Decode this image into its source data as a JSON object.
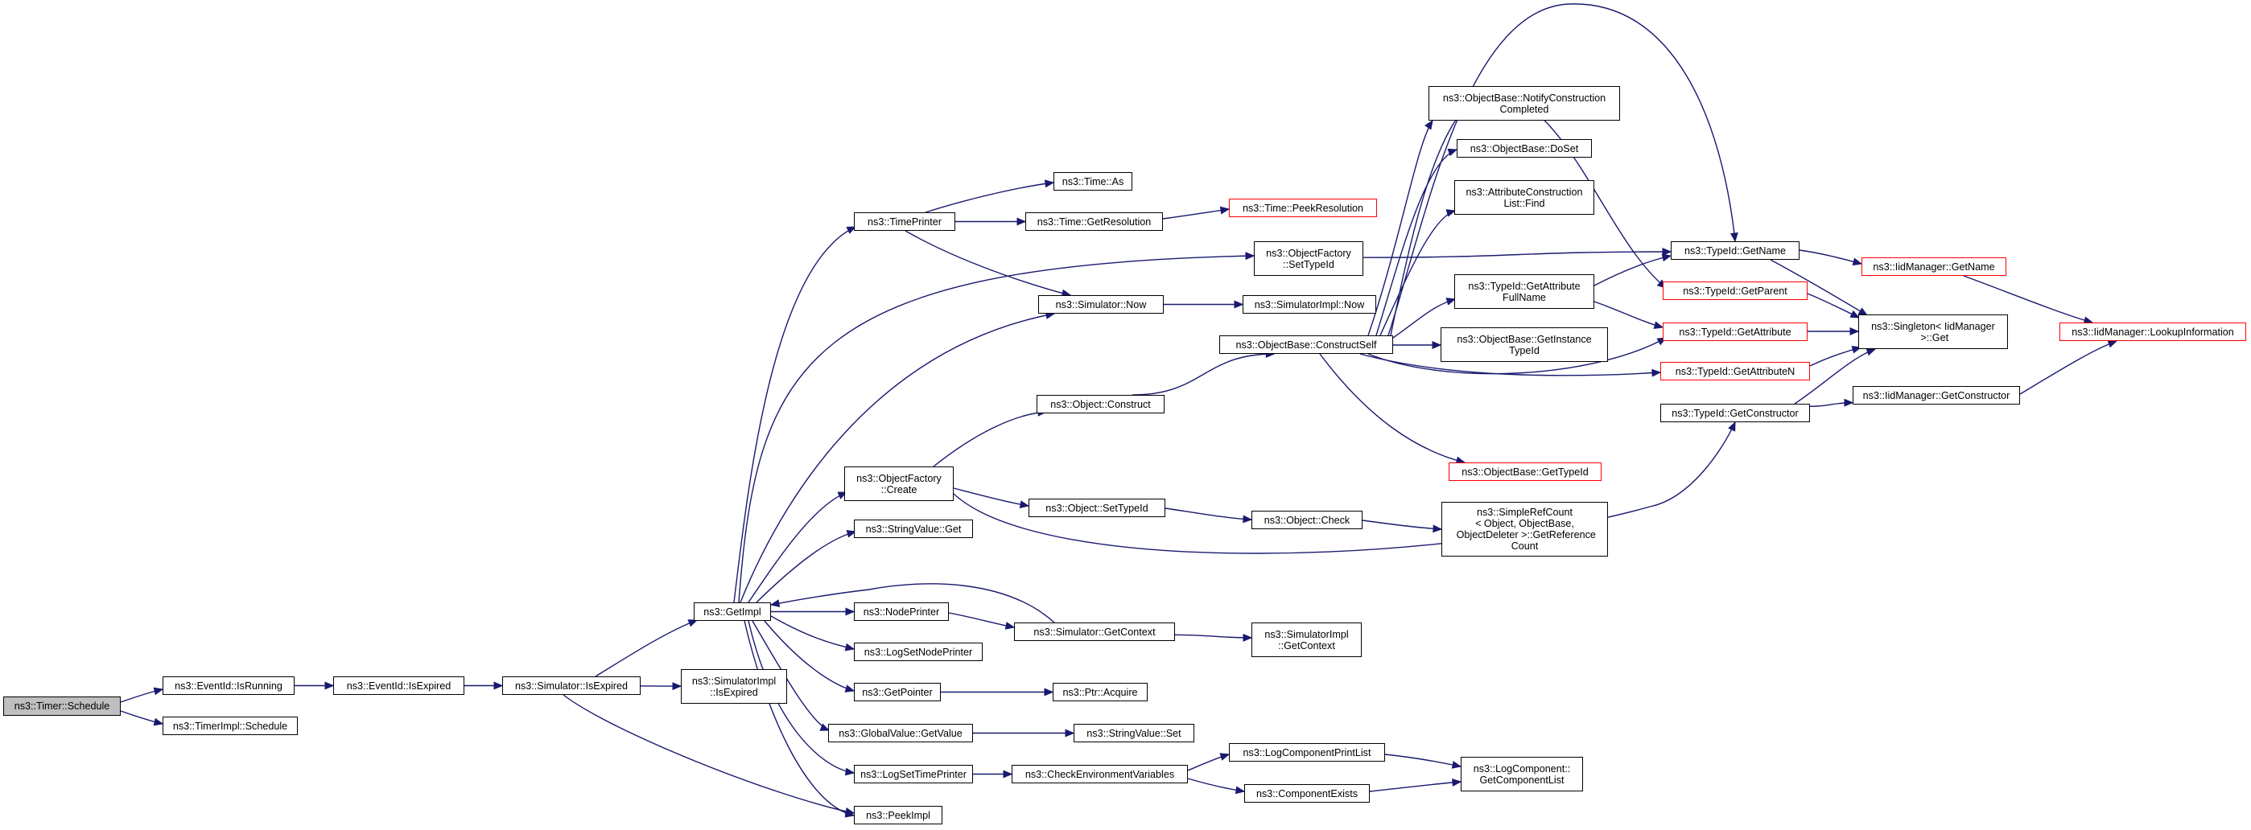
{
  "graph": {
    "edge_color": "#191970",
    "root_fill": "#bfbfbf",
    "truncated_border_color": "#ff0000",
    "nodes": [
      {
        "id": "schedule",
        "label": "ns3::Timer::Schedule",
        "root": true
      },
      {
        "id": "isRunning",
        "label": "ns3::EventId::IsRunning"
      },
      {
        "id": "timerImplSchedule",
        "label": "ns3::TimerImpl::Schedule"
      },
      {
        "id": "eventIdIsExpired",
        "label": "ns3::EventId::IsExpired"
      },
      {
        "id": "simIsExpired",
        "label": "ns3::Simulator::IsExpired"
      },
      {
        "id": "getImpl",
        "label": "ns3::GetImpl"
      },
      {
        "id": "simImplIsExpired",
        "label": "ns3::SimulatorImpl\n::IsExpired"
      },
      {
        "id": "peekImpl",
        "label": "ns3::PeekImpl"
      },
      {
        "id": "timePrinter",
        "label": "ns3::TimePrinter"
      },
      {
        "id": "ofCreate",
        "label": "ns3::ObjectFactory\n::Create"
      },
      {
        "id": "stringValueGet",
        "label": "ns3::StringValue::Get"
      },
      {
        "id": "nodePrinter",
        "label": "ns3::NodePrinter"
      },
      {
        "id": "logSetNodePrinter",
        "label": "ns3::LogSetNodePrinter"
      },
      {
        "id": "getPointer",
        "label": "ns3::GetPointer"
      },
      {
        "id": "globalValueGet",
        "label": "ns3::GlobalValue::GetValue"
      },
      {
        "id": "logSetTimePrinter",
        "label": "ns3::LogSetTimePrinter"
      },
      {
        "id": "timeAs",
        "label": "ns3::Time::As"
      },
      {
        "id": "timeGetRes",
        "label": "ns3::Time::GetResolution"
      },
      {
        "id": "timePeekRes",
        "label": "ns3::Time::PeekResolution",
        "truncated": true
      },
      {
        "id": "ofSetTypeId",
        "label": "ns3::ObjectFactory\n::SetTypeId"
      },
      {
        "id": "simNow",
        "label": "ns3::Simulator::Now"
      },
      {
        "id": "simImplNow",
        "label": "ns3::SimulatorImpl::Now"
      },
      {
        "id": "objConstruct",
        "label": "ns3::Object::Construct"
      },
      {
        "id": "objSetTypeId",
        "label": "ns3::Object::SetTypeId"
      },
      {
        "id": "objCheck",
        "label": "ns3::Object::Check"
      },
      {
        "id": "simpleRefCount",
        "label": "ns3::SimpleRefCount\n< Object, ObjectBase,\n ObjectDeleter >::GetReference\nCount"
      },
      {
        "id": "simGetContext",
        "label": "ns3::Simulator::GetContext"
      },
      {
        "id": "simImplGetContext",
        "label": "ns3::SimulatorImpl\n::GetContext"
      },
      {
        "id": "ptrAcquire",
        "label": "ns3::Ptr::Acquire"
      },
      {
        "id": "stringValueSet",
        "label": "ns3::StringValue::Set"
      },
      {
        "id": "checkEnvVars",
        "label": "ns3::CheckEnvironmentVariables"
      },
      {
        "id": "logCompPrintList",
        "label": "ns3::LogComponentPrintList"
      },
      {
        "id": "componentExists",
        "label": "ns3::ComponentExists"
      },
      {
        "id": "logCompGetList",
        "label": "ns3::LogComponent::\nGetComponentList"
      },
      {
        "id": "constructSelf",
        "label": "ns3::ObjectBase::ConstructSelf"
      },
      {
        "id": "notifyConstruction",
        "label": "ns3::ObjectBase::NotifyConstruction\nCompleted"
      },
      {
        "id": "doSet",
        "label": "ns3::ObjectBase::DoSet"
      },
      {
        "id": "attrConstructionFind",
        "label": "ns3::AttributeConstruction\nList::Find"
      },
      {
        "id": "typeIdGetAttrFullName",
        "label": "ns3::TypeId::GetAttribute\nFullName"
      },
      {
        "id": "obGetInstanceTypeId",
        "label": "ns3::ObjectBase::GetInstance\nTypeId"
      },
      {
        "id": "obGetTypeId",
        "label": "ns3::ObjectBase::GetTypeId",
        "truncated": true
      },
      {
        "id": "typeIdGetName",
        "label": "ns3::TypeId::GetName"
      },
      {
        "id": "typeIdGetParent",
        "label": "ns3::TypeId::GetParent",
        "truncated": true
      },
      {
        "id": "typeIdGetAttribute",
        "label": "ns3::TypeId::GetAttribute",
        "truncated": true
      },
      {
        "id": "typeIdGetAttributeN",
        "label": "ns3::TypeId::GetAttributeN",
        "truncated": true
      },
      {
        "id": "typeIdGetConstructor",
        "label": "ns3::TypeId::GetConstructor"
      },
      {
        "id": "singletonGet",
        "label": "ns3::Singleton< IidManager\n >::Get"
      },
      {
        "id": "iidGetName",
        "label": "ns3::IidManager::GetName",
        "truncated": true
      },
      {
        "id": "iidGetConstructor",
        "label": "ns3::IidManager::GetConstructor"
      },
      {
        "id": "iidLookupInfo",
        "label": "ns3::IidManager::LookupInformation",
        "truncated": true
      }
    ],
    "edges": [
      [
        "schedule",
        "isRunning"
      ],
      [
        "schedule",
        "timerImplSchedule"
      ],
      [
        "isRunning",
        "eventIdIsExpired"
      ],
      [
        "eventIdIsExpired",
        "simIsExpired"
      ],
      [
        "simIsExpired",
        "getImpl"
      ],
      [
        "simIsExpired",
        "simImplIsExpired"
      ],
      [
        "simIsExpired",
        "peekImpl"
      ],
      [
        "getImpl",
        "timePrinter"
      ],
      [
        "getImpl",
        "ofSetTypeId"
      ],
      [
        "getImpl",
        "simNow"
      ],
      [
        "getImpl",
        "ofCreate"
      ],
      [
        "getImpl",
        "stringValueGet"
      ],
      [
        "getImpl",
        "nodePrinter"
      ],
      [
        "getImpl",
        "logSetNodePrinter"
      ],
      [
        "getImpl",
        "getPointer"
      ],
      [
        "getImpl",
        "globalValueGet"
      ],
      [
        "getImpl",
        "logSetTimePrinter"
      ],
      [
        "getImpl",
        "peekImpl"
      ],
      [
        "timePrinter",
        "timeAs"
      ],
      [
        "timePrinter",
        "timeGetRes"
      ],
      [
        "timePrinter",
        "simNow"
      ],
      [
        "timeGetRes",
        "timePeekRes"
      ],
      [
        "simNow",
        "simImplNow"
      ],
      [
        "ofCreate",
        "objConstruct"
      ],
      [
        "ofCreate",
        "objSetTypeId"
      ],
      [
        "ofCreate",
        "typeIdGetConstructor"
      ],
      [
        "objConstruct",
        "constructSelf"
      ],
      [
        "objSetTypeId",
        "objCheck"
      ],
      [
        "objCheck",
        "simpleRefCount"
      ],
      [
        "nodePrinter",
        "simGetContext"
      ],
      [
        "simGetContext",
        "getImpl"
      ],
      [
        "simGetContext",
        "simImplGetContext"
      ],
      [
        "getPointer",
        "ptrAcquire"
      ],
      [
        "globalValueGet",
        "stringValueSet"
      ],
      [
        "logSetTimePrinter",
        "checkEnvVars"
      ],
      [
        "checkEnvVars",
        "logCompPrintList"
      ],
      [
        "checkEnvVars",
        "componentExists"
      ],
      [
        "logCompPrintList",
        "logCompGetList"
      ],
      [
        "componentExists",
        "logCompGetList"
      ],
      [
        "ofSetTypeId",
        "typeIdGetName"
      ],
      [
        "constructSelf",
        "notifyConstruction"
      ],
      [
        "constructSelf",
        "doSet"
      ],
      [
        "constructSelf",
        "attrConstructionFind"
      ],
      [
        "constructSelf",
        "typeIdGetAttrFullName"
      ],
      [
        "constructSelf",
        "obGetInstanceTypeId"
      ],
      [
        "constructSelf",
        "obGetTypeId"
      ],
      [
        "constructSelf",
        "typeIdGetName"
      ],
      [
        "constructSelf",
        "typeIdGetParent"
      ],
      [
        "constructSelf",
        "typeIdGetAttribute"
      ],
      [
        "constructSelf",
        "typeIdGetAttributeN"
      ],
      [
        "typeIdGetAttrFullName",
        "typeIdGetName"
      ],
      [
        "typeIdGetAttrFullName",
        "typeIdGetAttribute"
      ],
      [
        "typeIdGetName",
        "iidGetName"
      ],
      [
        "typeIdGetName",
        "singletonGet"
      ],
      [
        "typeIdGetParent",
        "singletonGet"
      ],
      [
        "typeIdGetAttribute",
        "singletonGet"
      ],
      [
        "typeIdGetAttributeN",
        "singletonGet"
      ],
      [
        "typeIdGetConstructor",
        "singletonGet"
      ],
      [
        "typeIdGetConstructor",
        "iidGetConstructor"
      ],
      [
        "iidGetName",
        "iidLookupInfo"
      ],
      [
        "iidGetConstructor",
        "iidLookupInfo"
      ]
    ]
  }
}
